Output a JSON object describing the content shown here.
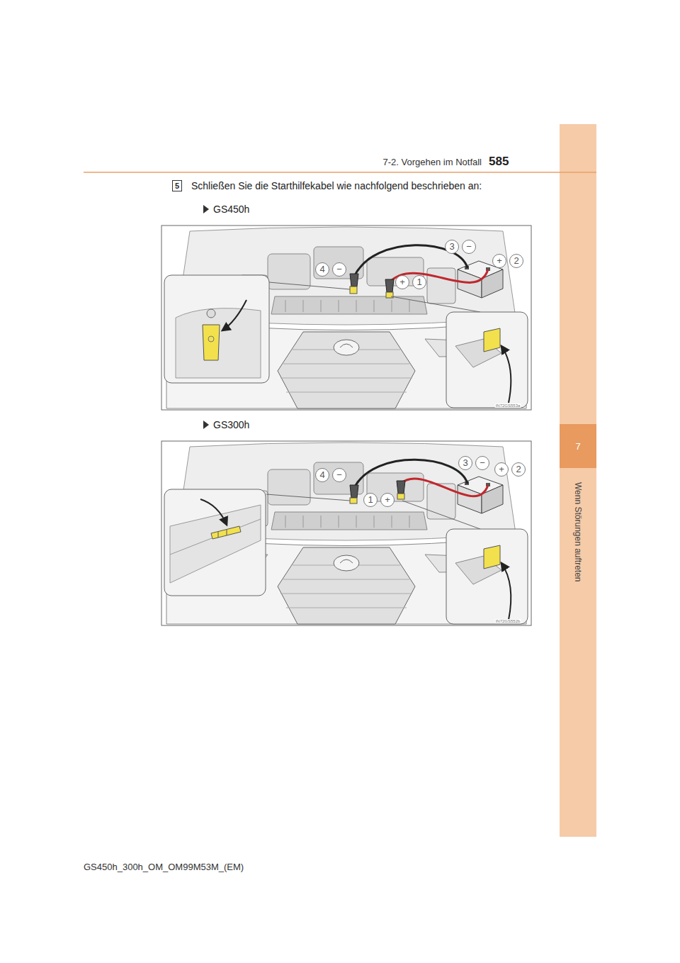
{
  "diagram": {
    "labels": [
      "7-2. Vorgehen im Notfall",
      "585",
      "7",
      "Wenn Störungen auftreten",
      "5",
      "Schließen Sie die Starthilfekabel wie nachfolgend beschrieben an:",
      "GS450h",
      "3",
      "−",
      "+",
      "2",
      "4",
      "−",
      "+",
      "1",
      "IN72GS553a",
      "GS300h",
      "3",
      "−",
      "+",
      "2",
      "4",
      "−",
      "1",
      "+",
      "IN72GS552b",
      "GS450h_300h_OM_OM99M53M_(EM)"
    ]
  }
}
